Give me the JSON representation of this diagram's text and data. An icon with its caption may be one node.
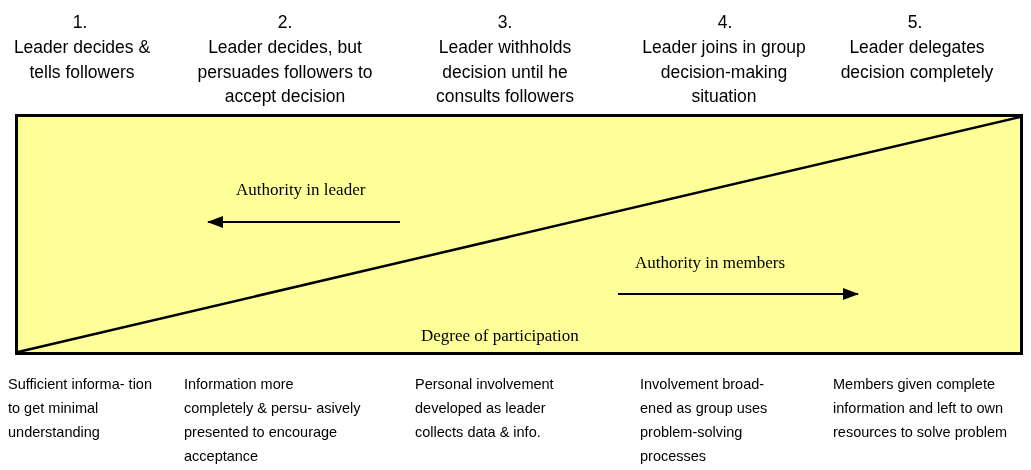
{
  "diagram": {
    "nodes": [
      {
        "text": [
          "Authority in leader",
          "Authority in members",
          "Degree of participation"
        ]
      }
    ],
    "labels": [
      "1.",
      "Leader decides & tells followers",
      "2.",
      "Leader decides, but persuades followers to accept decision",
      "3.",
      "Leader withholds decision until he consults followers",
      "4.",
      "Leader joins in group decision-making situation",
      "5.",
      "Leader delegates decision completely",
      "Sufficient informa- tion to get minimal understanding",
      "Information more completely & persu- asively presented to encourage acceptance",
      "Personal involvement developed as leader collects data & info.",
      "Involvement broad- ened as group uses problem-solving processes",
      "Members given complete information and left to own resources to solve problem"
    ]
  }
}
